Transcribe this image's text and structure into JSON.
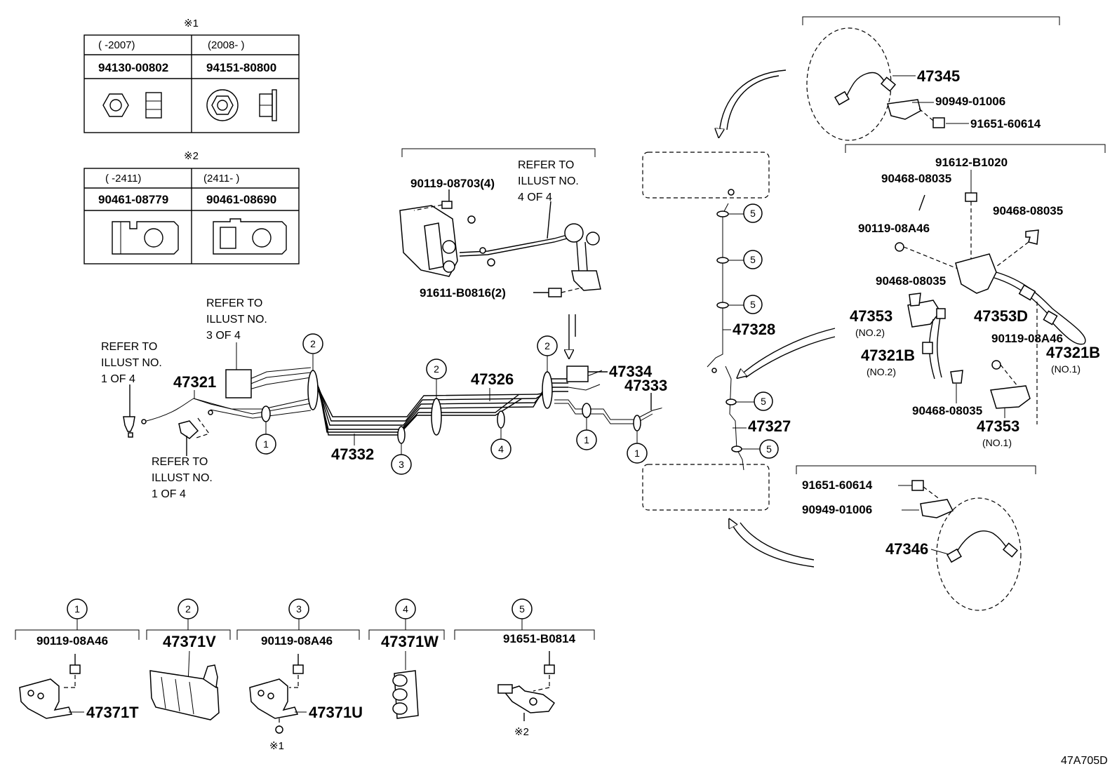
{
  "diagram_id": "47A705D",
  "table1": {
    "mark": "※1",
    "col1_range": "(      -2007)",
    "col2_range": "(2008-       )",
    "col1_part": "94130-00802",
    "col2_part": "94151-80800"
  },
  "table2": {
    "mark": "※2",
    "col1_range": "(   -2411)",
    "col2_range": "(2411-    )",
    "col1_part": "90461-08779",
    "col2_part": "90461-08690"
  },
  "refer_notes": {
    "illust4": [
      "REFER TO",
      "ILLUST NO.",
      "4 OF 4"
    ],
    "illust3": [
      "REFER TO",
      "ILLUST NO.",
      "3 OF 4"
    ],
    "illust1a": [
      "REFER TO",
      "ILLUST NO.",
      "1 OF 4"
    ],
    "illust1b": [
      "REFER TO",
      "ILLUST NO.",
      "1 OF 4"
    ]
  },
  "parts": {
    "p90119_08703": "90119-08703(4)",
    "p91611_b0816": "91611-B0816(2)",
    "p47321": "47321",
    "p47332": "47332",
    "p47326": "47326",
    "p47334": "47334",
    "p47333": "47333",
    "p47328": "47328",
    "p47327": "47327",
    "p47345": "47345",
    "p90949_top": "90949-01006",
    "p91651_top": "91651-60614",
    "p91612": "91612-B1020",
    "p90468_a": "90468-08035",
    "p90468_b": "90468-08035",
    "p90119_a": "90119-08A46",
    "p90468_c": "90468-08035",
    "p47353_no2": "47353",
    "p47353d": "47353D",
    "p47321b_no2": "47321B",
    "p90119_b": "90119-08A46",
    "p47321b_no1": "47321B",
    "p90468_d": "90468-08035",
    "p47353_no1": "47353",
    "p91651_bot": "91651-60614",
    "p90949_bot": "90949-01006",
    "p47346": "47346"
  },
  "sub_labels": {
    "no2_a": "(NO.2)",
    "no2_b": "(NO.2)",
    "no1_a": "(NO.1)",
    "no1_b": "(NO.1)"
  },
  "callouts": [
    "1",
    "2",
    "3",
    "4",
    "5"
  ],
  "clamp_sets": [
    {
      "num": "1",
      "bolt": "90119-08A46",
      "clamp": "47371T",
      "note": ""
    },
    {
      "num": "2",
      "bolt": "",
      "clamp": "47371V",
      "note": ""
    },
    {
      "num": "3",
      "bolt": "90119-08A46",
      "clamp": "47371U",
      "note": "※1"
    },
    {
      "num": "4",
      "bolt": "",
      "clamp": "47371W",
      "note": ""
    },
    {
      "num": "5",
      "bolt": "91651-B0814",
      "clamp": "",
      "note": "※2"
    }
  ]
}
